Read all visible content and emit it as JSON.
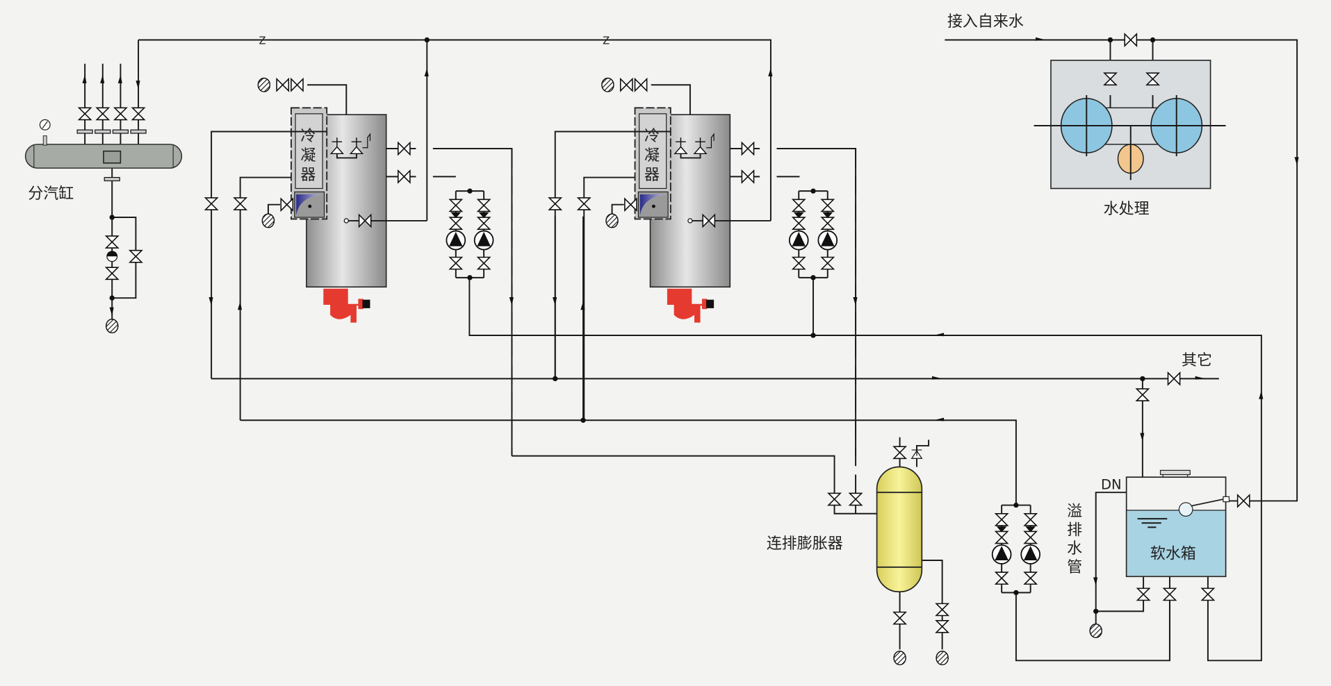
{
  "labels": {
    "steam_header": "分汽缸",
    "condenser_1": [
      "冷",
      "凝",
      "器"
    ],
    "condenser_2": [
      "冷",
      "凝",
      "器"
    ],
    "tap_water_inlet": "接入自来水",
    "water_treatment": "水处理",
    "other": "其它",
    "blowdown_expansion_tank": "连排膨胀器",
    "soft_water_tank": "软水箱",
    "dn": "DN",
    "overflow_pipe": [
      "溢",
      "排",
      "水",
      "管"
    ],
    "steam_line_mark_1": "Z",
    "steam_line_mark_2": "Z"
  },
  "colors": {
    "background": "#f3f3f2",
    "steam_header": "#a7aba5",
    "boiler_body": "#b9b9b9",
    "burner": "#e53a2f",
    "treatment_box": "#d9dde0",
    "resin_tank": "#8dc6e0",
    "brine_tank": "#f2c68d",
    "expansion_tank": "#f1ea8a",
    "soft_water": "#a8d3e2"
  }
}
